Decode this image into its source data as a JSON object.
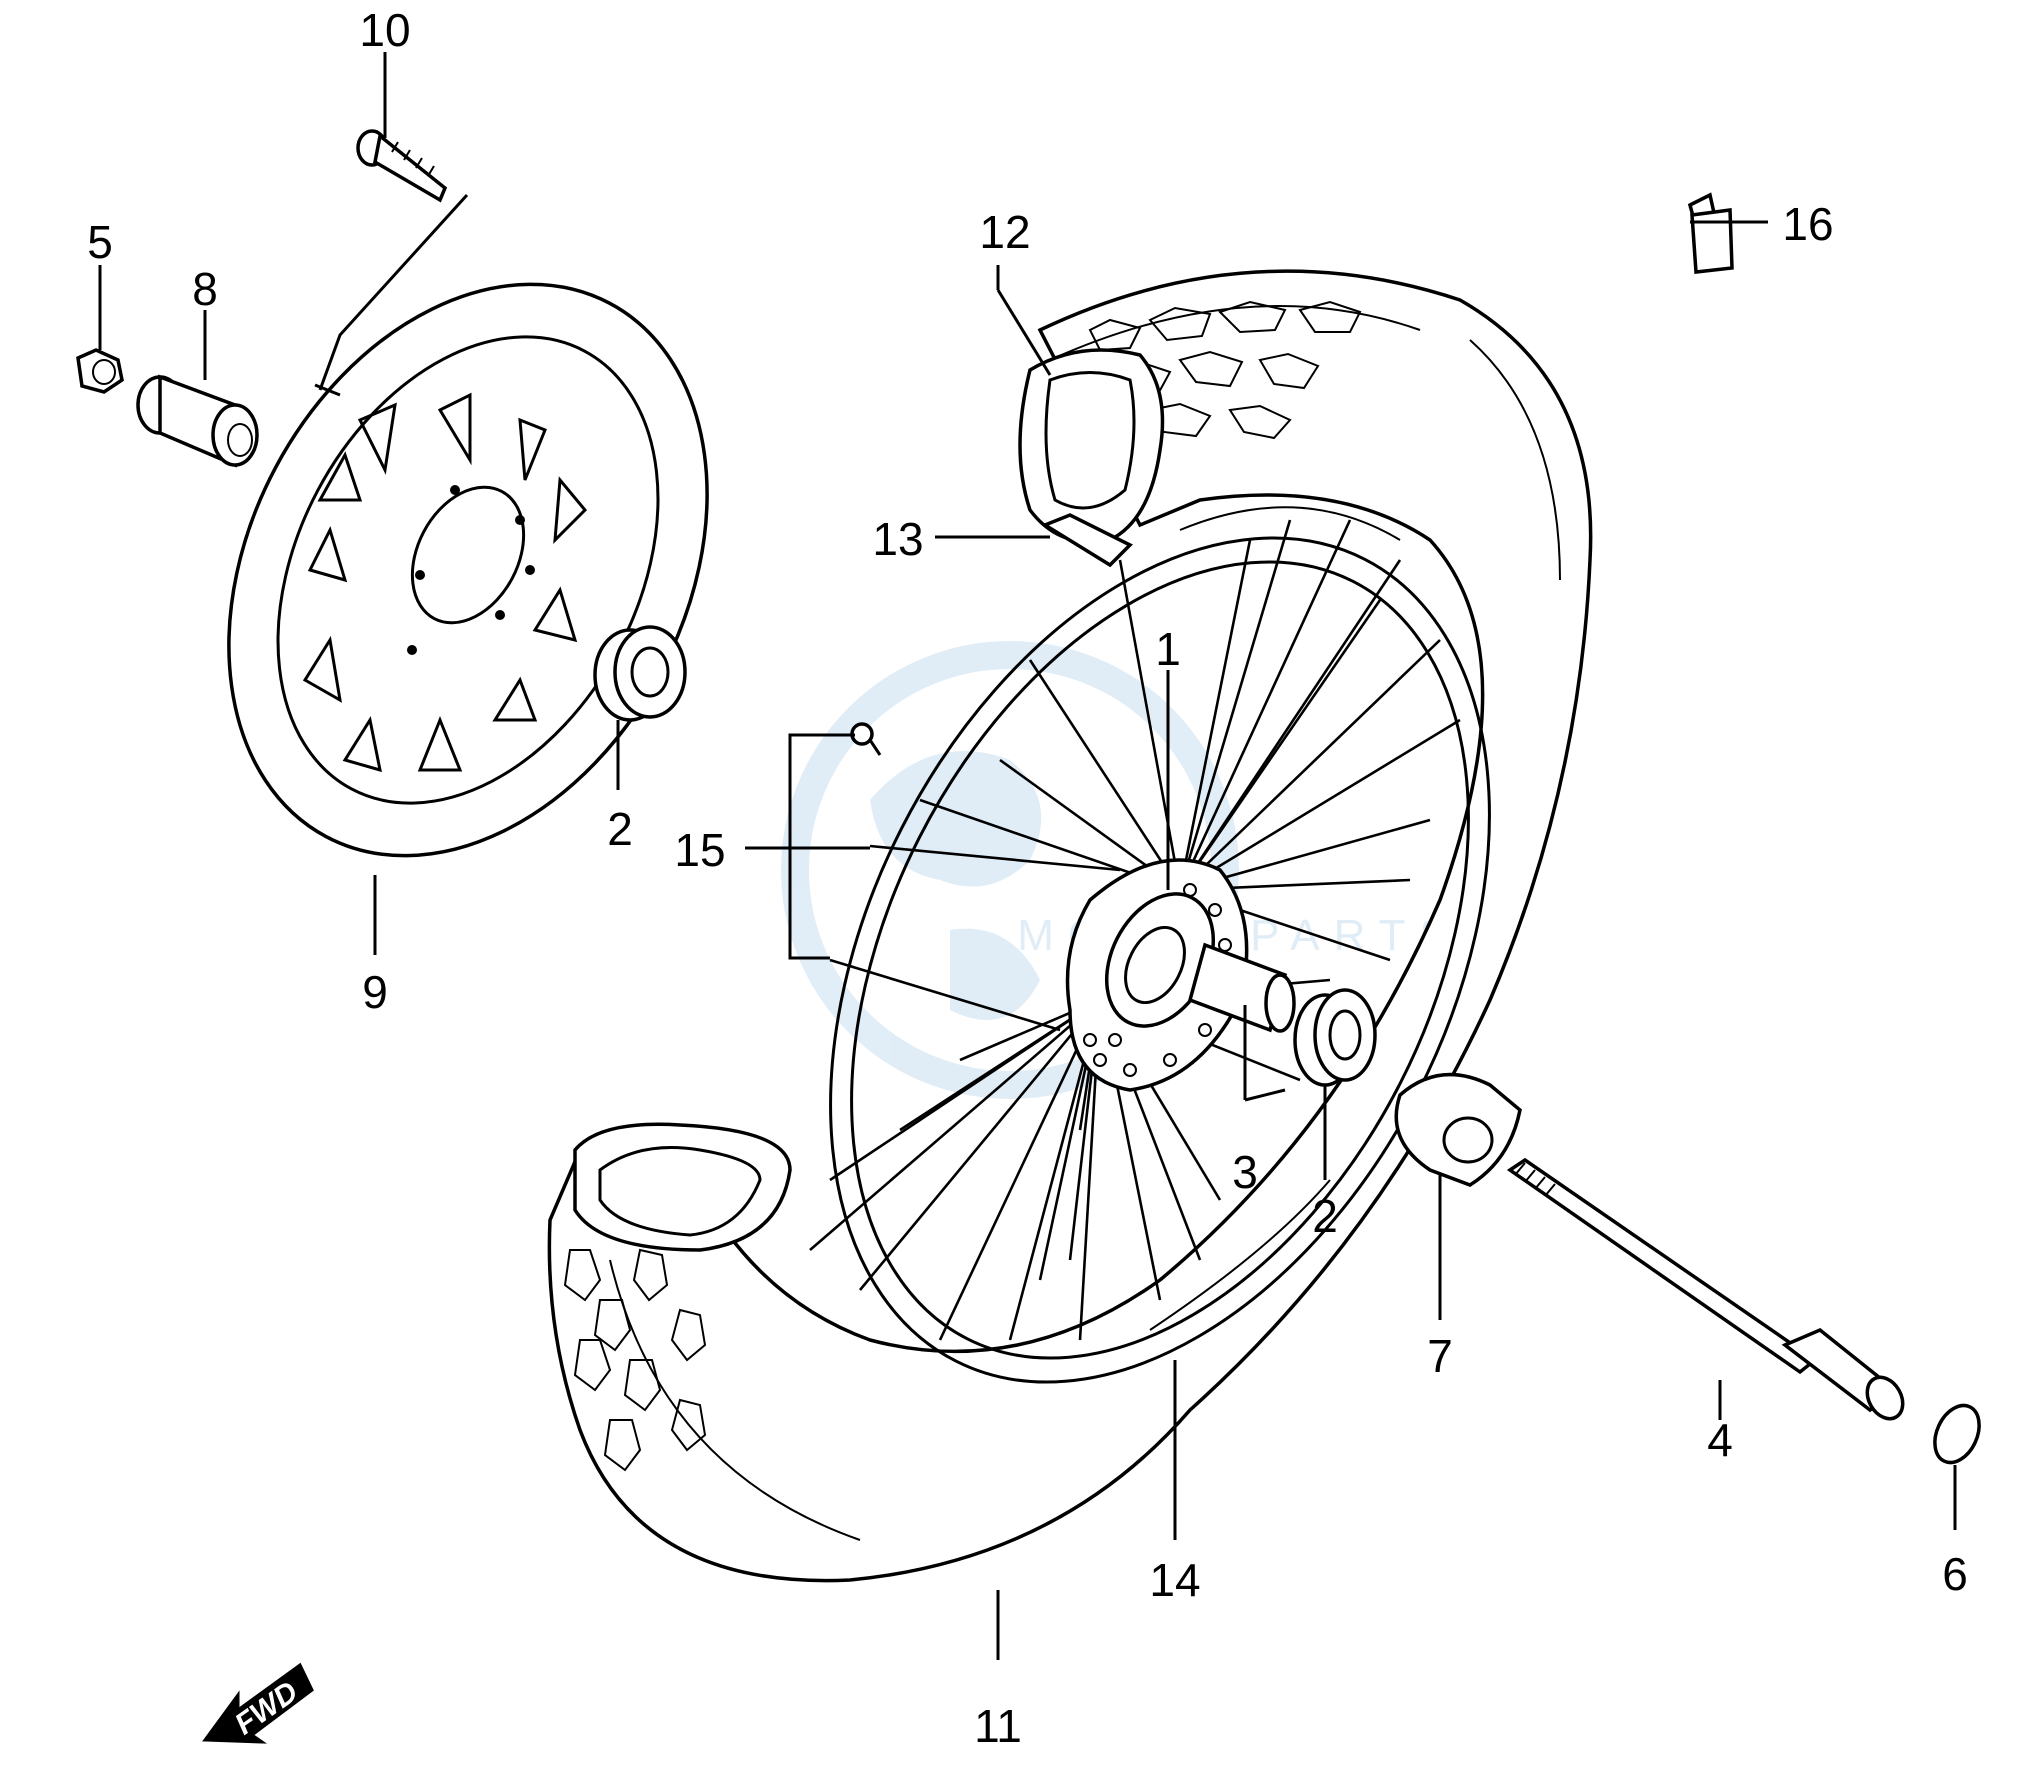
{
  "callouts": {
    "c1": "1",
    "c2a": "2",
    "c2b": "2",
    "c3": "3",
    "c4": "4",
    "c5": "5",
    "c6": "6",
    "c7": "7",
    "c8": "8",
    "c9": "9",
    "c10": "10",
    "c11": "11",
    "c12": "12",
    "c13": "13",
    "c14": "14",
    "c15": "15",
    "c16": "16"
  },
  "direction_marker": {
    "label": "FWD",
    "icon": "fwd-arrow-icon"
  },
  "watermark": {
    "text": "MOTORPARTS"
  }
}
